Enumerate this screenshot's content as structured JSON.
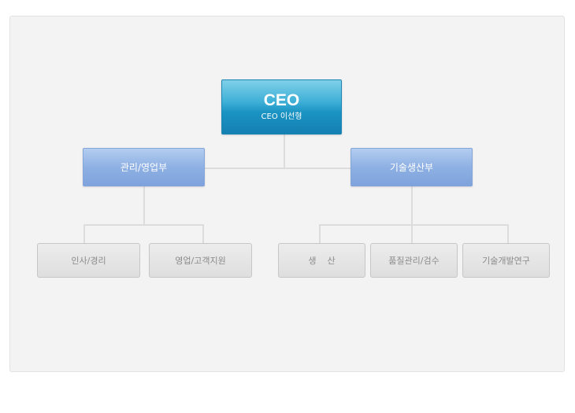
{
  "ceo": {
    "title": "CEO",
    "subtitle": "CEO 이선형"
  },
  "departments": [
    {
      "label": "관리/영업부",
      "teams": [
        "인사/경리",
        "영업/고객지원"
      ]
    },
    {
      "label": "기술생산부",
      "teams": [
        "생산",
        "품질관리/검수",
        "기술개발연구"
      ]
    }
  ],
  "colors": {
    "ceo": "#1a93c3",
    "department": "#8eb0e3",
    "team": "#e4e4e4",
    "connector": "#dcdcdc",
    "panel": "#f3f3f3"
  }
}
